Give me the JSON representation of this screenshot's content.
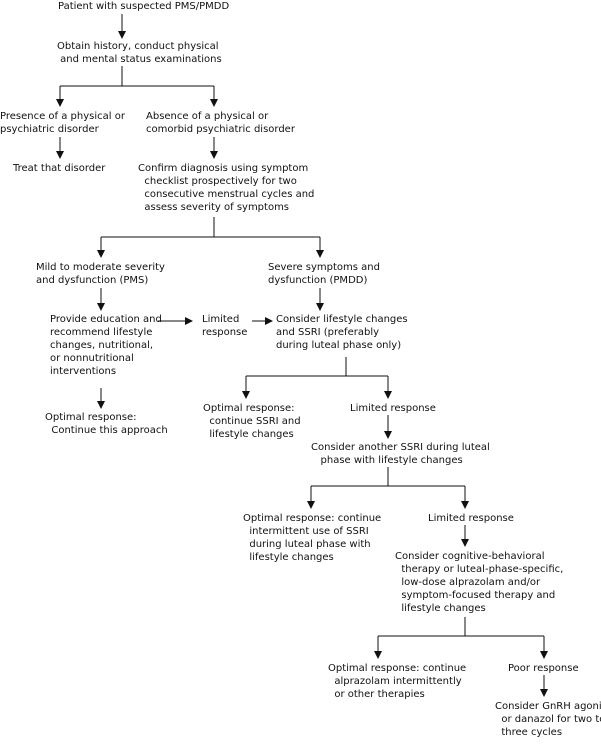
{
  "nodes": {
    "n1": "Patient with suspected PMS/PMDD",
    "n2": "Obtain history, conduct physical\n and mental status examinations",
    "n3": "Presence of a physical or\npsychiatric disorder",
    "n4": "Absence of a physical or\ncomorbid psychiatric disorder",
    "n5": "Treat that disorder",
    "n6": "Confirm diagnosis using symptom\n  checklist prospectively for two\n  consecutive menstrual cycles and\n  assess severity of symptoms",
    "n7": "Mild to moderate severity\nand dysfunction (PMS)",
    "n8": "Severe symptoms and\ndysfunction (PMDD)",
    "n9": "Provide education and\nrecommend lifestyle\nchanges, nutritional,\nor nonnutritional\ninterventions",
    "n10": "Limited\nresponse",
    "n11": "Consider lifestyle changes\nand SSRI (preferably\nduring luteal phase only)",
    "n12": "Optimal response:\n  Continue this approach",
    "n13": "Optimal response:\n  continue SSRI and\n  lifestyle changes",
    "n14": "Limited response",
    "n15": "Consider another SSRI during luteal\n   phase with lifestyle changes",
    "n16": "Optimal response: continue\n  intermittent use of SSRI\n  during luteal phase with\n  lifestyle changes",
    "n17": "Limited response",
    "n18": "Consider cognitive-behavioral\n  therapy or luteal-phase-specific,\n  low-dose alprazolam and/or\n  symptom-focused therapy and\n  lifestyle changes",
    "n19": "Optimal response: continue\n  alprazolam intermittently\n  or other therapies",
    "n20": "Poor response",
    "n21": "Consider GnRH agonist\n  or danazol for two to\n  three cycles"
  }
}
